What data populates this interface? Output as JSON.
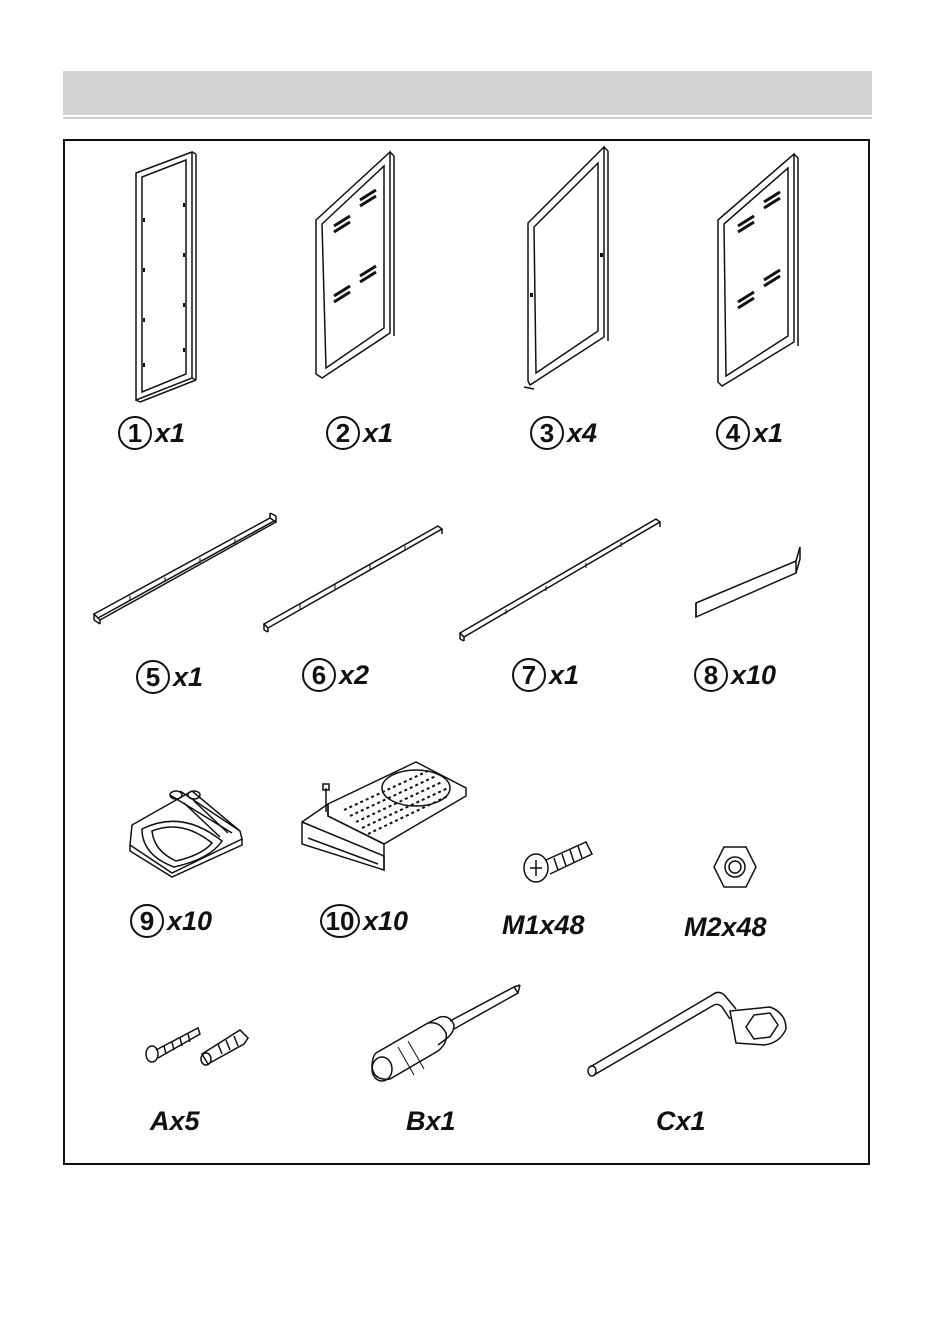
{
  "parts": [
    {
      "number": "1",
      "qty": "x1",
      "icon": "frame-panel-icon"
    },
    {
      "number": "2",
      "qty": "x1",
      "icon": "louvered-side-panel-icon"
    },
    {
      "number": "3",
      "qty": "x4",
      "icon": "frame-side-panel-icon"
    },
    {
      "number": "4",
      "qty": "x1",
      "icon": "louvered-side-panel-icon"
    },
    {
      "number": "5",
      "qty": "x1",
      "icon": "rail-icon"
    },
    {
      "number": "6",
      "qty": "x2",
      "icon": "rail-icon"
    },
    {
      "number": "7",
      "qty": "x1",
      "icon": "rail-icon"
    },
    {
      "number": "8",
      "qty": "x10",
      "icon": "short-bracket-icon"
    },
    {
      "number": "9",
      "qty": "x10",
      "icon": "shoe-holder-icon"
    },
    {
      "number": "10",
      "qty": "x10",
      "icon": "connector-tray-icon"
    }
  ],
  "hardware": [
    {
      "label": "M1x48",
      "icon": "screw-icon"
    },
    {
      "label": "M2x48",
      "icon": "nut-icon"
    },
    {
      "label": "Ax5",
      "icon": "screw-anchor-icon"
    },
    {
      "label": "Bx1",
      "icon": "screwdriver-icon"
    },
    {
      "label": "Cx1",
      "icon": "socket-wrench-icon"
    }
  ]
}
